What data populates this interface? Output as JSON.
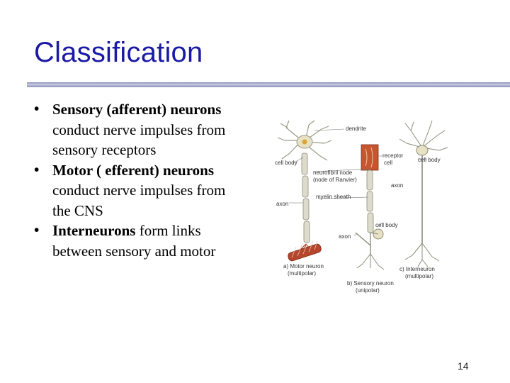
{
  "slide": {
    "title": "Classification",
    "page_number": "14"
  },
  "bullets": [
    {
      "bold": "Sensory (afferent) neurons",
      "text": " conduct nerve impulses from sensory receptors"
    },
    {
      "bold": "Motor ( efferent) neurons",
      "text": " conduct nerve impulses from the CNS"
    },
    {
      "bold": "Interneurons",
      "text": " form links between sensory and motor"
    }
  ],
  "figure_labels": {
    "dendrite": "dendrite",
    "cell_body_left": "cell body",
    "receptor_cell_1": "receptor",
    "receptor_cell_2": "cell",
    "cell_body_right": "cell body",
    "neurofibril_node_1": "neurofibril node",
    "neurofibril_node_2": "(node of Ranvier)",
    "axon_right": "axon",
    "myelin_sheath": "myelin sheath",
    "axon_left": "axon",
    "cell_body_mid": "cell body",
    "axon_mid": "axon",
    "motor_1": "a) Motor neuron",
    "motor_2": "(multipolar)",
    "sensory_1": "b) Sensory neuron",
    "sensory_2": "(unipolar)",
    "inter_1": "c) Interneuron",
    "inter_2": "(multipolar)"
  },
  "colors": {
    "title": "#1a1aa6",
    "axon": "#8b8b7a",
    "motor_end": "#b5462b",
    "receptor": "#c7552f"
  }
}
